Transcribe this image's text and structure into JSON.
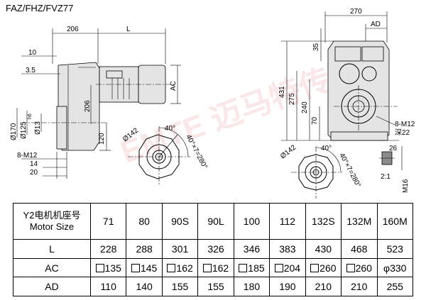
{
  "title": "FAZ/FHZ/FVZ77",
  "drawing_labels": {
    "dim_206_top": "206",
    "dim_L": "L",
    "dim_10": "10",
    "dim_3_5": "3.5",
    "dim_206_side": "206",
    "dim_AC": "AC",
    "dim_d170": "Ø170",
    "dim_d125": "Ø125",
    "dim_h6": "h6",
    "dim_d13": "Ø13",
    "dim_120": "120",
    "dim_8m12_left": "8-M12",
    "dim_14": "14",
    "dim_20": "20",
    "dim_d142_left": "Ø142",
    "dim_40_left": "40°",
    "dim_40x7_left": "40°×7=280°",
    "dim_270": "270",
    "dim_AD": "AD",
    "dim_35": "35",
    "dim_431": "431",
    "dim_275": "275",
    "dim_240": "240",
    "dim_70": "70",
    "dim_8m12_right": "8-M12",
    "dim_depth22": "深22",
    "dim_d142_right": "Ø142",
    "dim_40_right": "40°",
    "dim_40x7_right": "40°×7=280°",
    "dim_26": "26",
    "dim_scale": "2:1",
    "dim_m16": "M16"
  },
  "watermark": "EMTE 迈马特传动",
  "table": {
    "header_cn": "Y2电机机座号",
    "header_en": "Motor Size",
    "sizes": [
      "71",
      "80",
      "90S",
      "90L",
      "100",
      "112",
      "132S",
      "132M",
      "160M"
    ],
    "rows": [
      {
        "label": "L",
        "values": [
          {
            "text": "228",
            "sq": false
          },
          {
            "text": "288",
            "sq": false
          },
          {
            "text": "301",
            "sq": false
          },
          {
            "text": "326",
            "sq": false
          },
          {
            "text": "346",
            "sq": false
          },
          {
            "text": "383",
            "sq": false
          },
          {
            "text": "430",
            "sq": false
          },
          {
            "text": "468",
            "sq": false
          },
          {
            "text": "523",
            "sq": false
          }
        ]
      },
      {
        "label": "AC",
        "values": [
          {
            "text": "135",
            "sq": true
          },
          {
            "text": "145",
            "sq": true
          },
          {
            "text": "162",
            "sq": true
          },
          {
            "text": "162",
            "sq": true
          },
          {
            "text": "185",
            "sq": true
          },
          {
            "text": "204",
            "sq": true
          },
          {
            "text": "260",
            "sq": true
          },
          {
            "text": "260",
            "sq": true
          },
          {
            "text": "φ330",
            "sq": false
          }
        ]
      },
      {
        "label": "AD",
        "values": [
          {
            "text": "110",
            "sq": false
          },
          {
            "text": "140",
            "sq": false
          },
          {
            "text": "155",
            "sq": false
          },
          {
            "text": "155",
            "sq": false
          },
          {
            "text": "180",
            "sq": false
          },
          {
            "text": "190",
            "sq": false
          },
          {
            "text": "210",
            "sq": false
          },
          {
            "text": "210",
            "sq": false
          },
          {
            "text": "255",
            "sq": false
          }
        ]
      }
    ]
  }
}
